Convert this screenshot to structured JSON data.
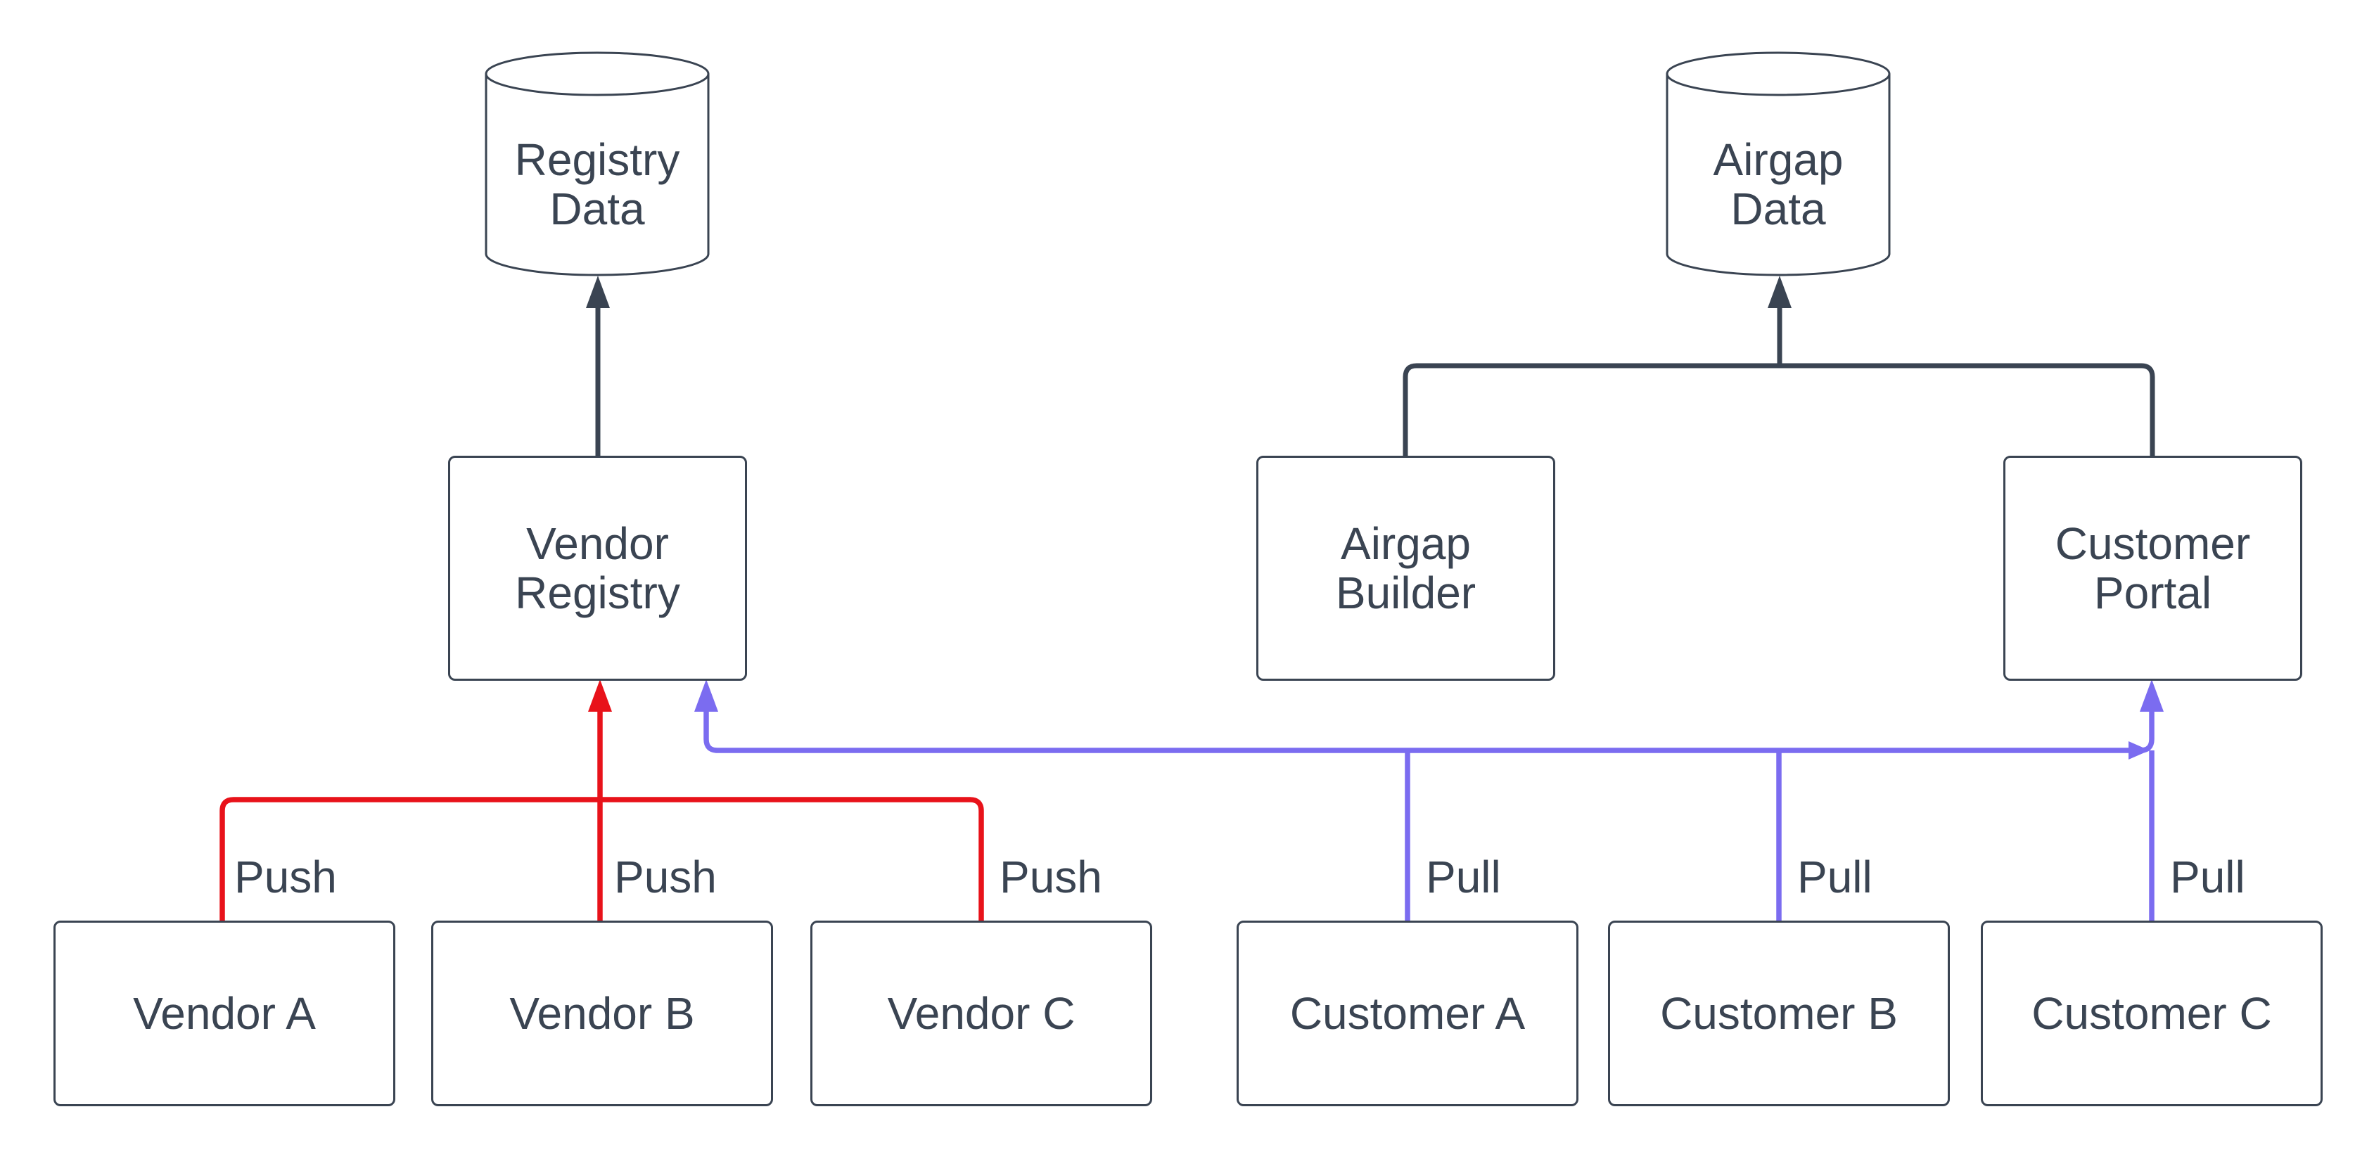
{
  "colors": {
    "dark": "#3a4452",
    "red": "#e8121a",
    "blue": "#7b6cf0",
    "node_fill": "#ffffff",
    "background": "#ffffff"
  },
  "nodes": {
    "registry_data": {
      "label": "Registry\nData"
    },
    "airgap_data": {
      "label": "Airgap\nData"
    },
    "vendor_registry": {
      "label": "Vendor\nRegistry"
    },
    "airgap_builder": {
      "label": "Airgap\nBuilder"
    },
    "customer_portal": {
      "label": "Customer\nPortal"
    },
    "vendor_a": {
      "label": "Vendor A"
    },
    "vendor_b": {
      "label": "Vendor B"
    },
    "vendor_c": {
      "label": "Vendor C"
    },
    "customer_a": {
      "label": "Customer A"
    },
    "customer_b": {
      "label": "Customer B"
    },
    "customer_c": {
      "label": "Customer C"
    }
  },
  "edge_labels": {
    "push_a": "Push",
    "push_b": "Push",
    "push_c": "Push",
    "pull_a": "Pull",
    "pull_b": "Pull",
    "pull_c": "Pull"
  }
}
